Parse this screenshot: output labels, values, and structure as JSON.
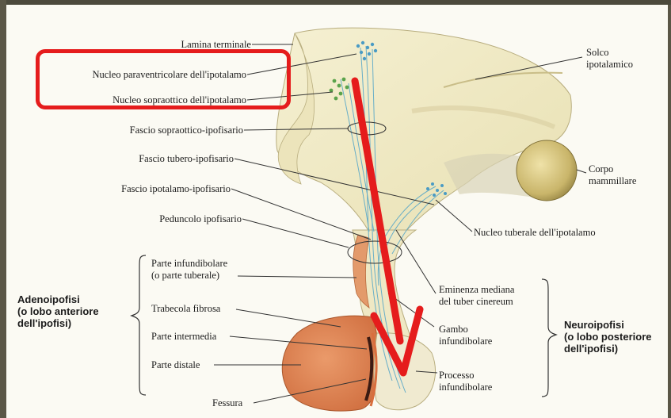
{
  "labels": {
    "lamina_terminale": "Lamina terminale",
    "nucleo_paraventricolare": "Nucleo paraventricolare dell'ipotalamo",
    "nucleo_sopraottico": "Nucleo sopraottico dell'ipotalamo",
    "fascio_sopraottico": "Fascio sopraottico-ipofisario",
    "fascio_tubero": "Fascio tubero-ipofisario",
    "fascio_ipotalamo": "Fascio ipotalamo-ipofisario",
    "peduncolo": "Peduncolo ipofisario",
    "parte_infundibolare_1": "Parte infundibolare",
    "parte_infundibolare_2": "(o parte tuberale)",
    "trabecola": "Trabecola fibrosa",
    "parte_intermedia": "Parte intermedia",
    "parte_distale": "Parte distale",
    "fessura": "Fessura",
    "solco_1": "Solco",
    "solco_2": "ipotalamico",
    "corpo_1": "Corpo",
    "corpo_2": "mammillare",
    "nucleo_tuberale": "Nucleo tuberale dell'ipotalamo",
    "eminenza_1": "Eminenza mediana",
    "eminenza_2": "del tuber cinereum",
    "gambo_1": "Gambo",
    "gambo_2": "infundibolare",
    "processo_1": "Processo",
    "processo_2": "infundibolare"
  },
  "groups": {
    "adeno_1": "Adenoipofisi",
    "adeno_2": "(o lobo anteriore",
    "adeno_3": "dell'ipofisi)",
    "neuro_1": "Neuroipofisi",
    "neuro_2": "(o lobo posteriore",
    "neuro_3": "dell'ipofisi)"
  },
  "colors": {
    "highlight": "#e51c1c",
    "tissue_brain": "#f1ecc6",
    "adenohypophysis": "#e08a5c",
    "fibers": "#5aa8c8"
  }
}
